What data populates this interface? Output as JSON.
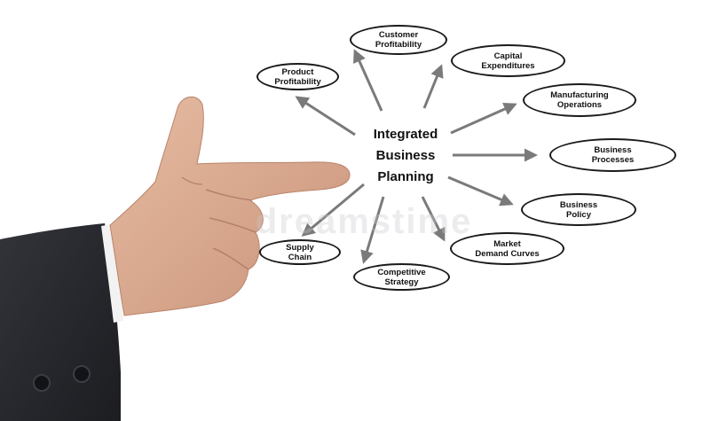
{
  "diagram": {
    "center": {
      "line1": "Integrated",
      "line2": "Business",
      "line3": "Planning"
    },
    "nodes": {
      "customer_profitability": {
        "line1": "Customer",
        "line2": "Profitability"
      },
      "product_profitability": {
        "line1": "Product",
        "line2": "Profitability"
      },
      "capital_expenditures": {
        "line1": "Capital",
        "line2": "Expenditures"
      },
      "manufacturing_operations": {
        "line1": "Manufacturing",
        "line2": "Operations"
      },
      "business_processes": {
        "line1": "Business",
        "line2": "Processes"
      },
      "business_policy": {
        "line1": "Business",
        "line2": "Policy"
      },
      "market_demand_curves": {
        "line1": "Market",
        "line2": "Demand Curves"
      },
      "competitive_strategy": {
        "line1": "Competitive",
        "line2": "Strategy"
      },
      "supply_chain": {
        "line1": "Supply",
        "line2": "Chain"
      }
    },
    "watermark": "dreamstime"
  },
  "colors": {
    "arrow": "#7a7a7a",
    "ellipse_border": "#1a1a1a",
    "suit": "#26272b",
    "skin": "#d9ab8f",
    "cuff": "#f2f2f2"
  }
}
